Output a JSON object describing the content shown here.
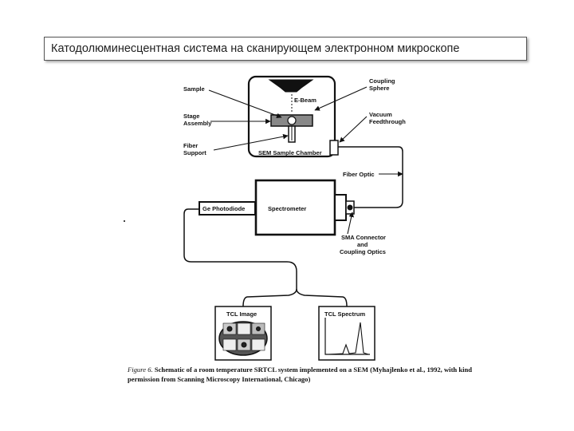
{
  "slide": {
    "title": "Катодолюминесцентная система на сканирующем электронном микроскопе"
  },
  "labels": {
    "sample": "Sample",
    "stage_1": "Stage",
    "stage_2": "Assembly",
    "fiber_support_1": "Fiber",
    "fiber_support_2": "Support",
    "ebeam": "E-Beam",
    "coupling_sphere_1": "Coupling",
    "coupling_sphere_2": "Sphere",
    "vacuum_1": "Vacuum",
    "vacuum_2": "Feedthrough",
    "chamber": "SEM Sample Chamber",
    "fiber_optic": "Fiber Optic",
    "photodiode": "Ge Photodiode",
    "spectrometer": "Spectrometer",
    "sma_1": "SMA Connector",
    "sma_2": "and",
    "sma_3": "Coupling Optics",
    "tcl_image": "TCL Image",
    "tcl_spectrum": "TCL Spectrum"
  },
  "caption": {
    "figure_label": "Figure 6.",
    "text": "Schematic of a room temperature SRTCL system implemented on a SEM (Myhajlenko et al., 1992, with kind permission from Scanning Microscopy International, Chicago)"
  }
}
